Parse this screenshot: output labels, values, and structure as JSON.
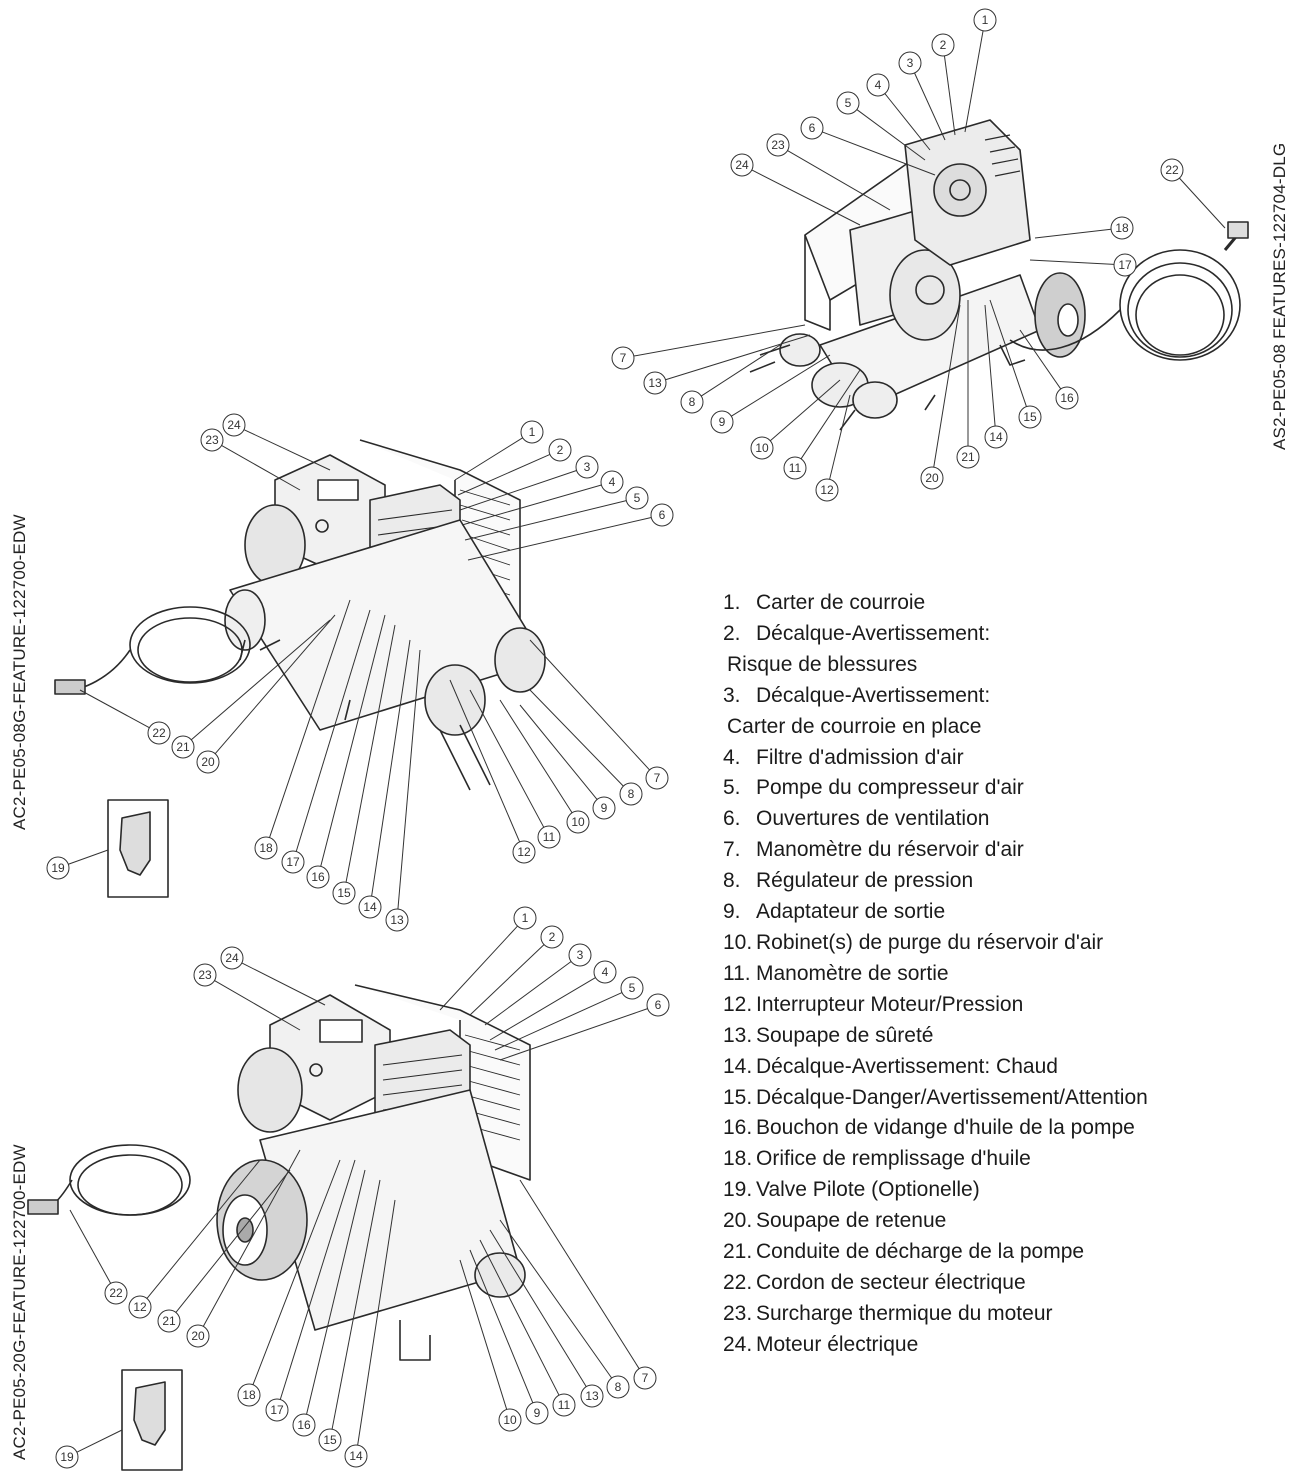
{
  "side_labels": {
    "unit_top": "AS2-PE05-08 FEATURES-122704-DLG",
    "unit_middle": "AC2-PE05-08G-FEATURE-122700-EDW",
    "unit_bottom": "AC2-PE05-20G-FEATURE-122700-EDW"
  },
  "legend": [
    {
      "num": "1.",
      "lines": [
        "Carter de courroie"
      ]
    },
    {
      "num": "2.",
      "lines": [
        "Décalque-Avertissement:",
        "Risque de blessures"
      ]
    },
    {
      "num": "3.",
      "lines": [
        "Décalque-Avertissement:",
        "Carter de courroie en place"
      ]
    },
    {
      "num": "4.",
      "lines": [
        "Filtre d'admission d'air"
      ]
    },
    {
      "num": "5.",
      "lines": [
        "Pompe du compresseur d'air"
      ]
    },
    {
      "num": "6.",
      "lines": [
        "Ouvertures de ventilation"
      ]
    },
    {
      "num": "7.",
      "lines": [
        "Manomètre du réservoir d'air"
      ]
    },
    {
      "num": "8.",
      "lines": [
        "Régulateur de pression"
      ]
    },
    {
      "num": "9.",
      "lines": [
        "Adaptateur de sortie"
      ]
    },
    {
      "num": "10.",
      "lines": [
        "Robinet(s) de purge du réservoir d'air"
      ]
    },
    {
      "num": "11.",
      "lines": [
        "Manomètre de sortie"
      ]
    },
    {
      "num": "12.",
      "lines": [
        "Interrupteur Moteur/Pression"
      ]
    },
    {
      "num": "13.",
      "lines": [
        "Soupape de sûreté"
      ]
    },
    {
      "num": "14.",
      "lines": [
        "Décalque-Avertissement: Chaud"
      ]
    },
    {
      "num": "15.",
      "lines": [
        "Décalque-Danger/Avertissement/Attention"
      ]
    },
    {
      "num": "16.",
      "lines": [
        "Bouchon de vidange d'huile de la pompe"
      ]
    },
    {
      "num": "18.",
      "lines": [
        "Orifice de remplissage d'huile"
      ]
    },
    {
      "num": "19.",
      "lines": [
        "Valve Pilote (Optionelle)"
      ]
    },
    {
      "num": "20.",
      "lines": [
        "Soupape de retenue"
      ]
    },
    {
      "num": "21.",
      "lines": [
        "Conduite de décharge de la pompe"
      ]
    },
    {
      "num": "22.",
      "lines": [
        "Cordon de secteur électrique"
      ]
    },
    {
      "num": "23.",
      "lines": [
        "Surcharge thermique du moteur"
      ]
    },
    {
      "num": "24.",
      "lines": [
        "Moteur électrique"
      ]
    }
  ],
  "callouts": {
    "top": [
      "1",
      "2",
      "3",
      "4",
      "5",
      "6",
      "23",
      "24",
      "18",
      "17",
      "22",
      "7",
      "13",
      "8",
      "9",
      "10",
      "11",
      "12",
      "20",
      "21",
      "14",
      "15",
      "16"
    ],
    "middle": [
      "24",
      "23",
      "1",
      "2",
      "3",
      "4",
      "5",
      "6",
      "22",
      "21",
      "20",
      "18",
      "17",
      "16",
      "15",
      "14",
      "13",
      "12",
      "11",
      "10",
      "9",
      "8",
      "7",
      "19"
    ],
    "bottom": [
      "1",
      "2",
      "3",
      "4",
      "5",
      "6",
      "24",
      "23",
      "22",
      "12",
      "21",
      "20",
      "18",
      "17",
      "16",
      "15",
      "14",
      "10",
      "9",
      "11",
      "13",
      "8",
      "7",
      "19"
    ]
  }
}
